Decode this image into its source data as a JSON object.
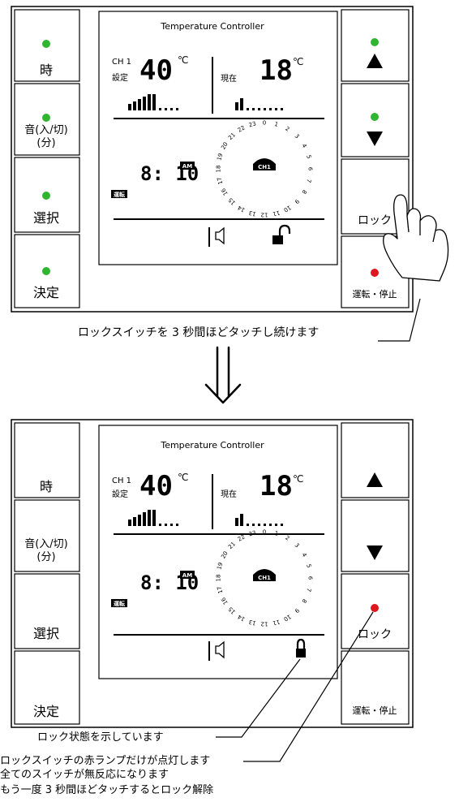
{
  "panel_top": {
    "title": "Temperature Controller",
    "left_buttons": [
      {
        "label": "時",
        "led": "green"
      },
      {
        "label": "音(入/切)",
        "sub": "(分)",
        "led": "green"
      },
      {
        "label": "選択",
        "led": "green"
      },
      {
        "label": "決定",
        "led": "green"
      }
    ],
    "right_buttons": [
      {
        "label": "▲",
        "led": "green"
      },
      {
        "label": "▼",
        "led": "green"
      },
      {
        "label": "ロック",
        "led": ""
      },
      {
        "label": "運転・停止",
        "led": "red"
      }
    ],
    "display": {
      "channel": "CH 1",
      "setting_label": "設定",
      "setting_value": "40",
      "unit": "℃",
      "current_label": "現在",
      "current_value": "18",
      "time": "8: 10",
      "ampm": "AM",
      "run_label": "運転",
      "dial_badge": "CH1",
      "dial_numbers": [
        "0",
        "1",
        "2",
        "3",
        "4",
        "5",
        "6",
        "7",
        "8",
        "9",
        "10",
        "11",
        "12",
        "13",
        "14",
        "15",
        "16",
        "17",
        "18",
        "19",
        "20",
        "21",
        "22",
        "23"
      ]
    }
  },
  "instruction_top": "ロックスイッチを 3 秒間ほどタッチし続けます",
  "arrow": "⇓",
  "panel_bottom": {
    "title": "Temperature Controller",
    "left_buttons": [
      {
        "label": "時"
      },
      {
        "label": "音(入/切)",
        "sub": "(分)"
      },
      {
        "label": "選択"
      },
      {
        "label": "決定"
      }
    ],
    "right_buttons": [
      {
        "label": "▲"
      },
      {
        "label": "▼"
      },
      {
        "label": "ロック",
        "led": "red"
      },
      {
        "label": "運転・停止"
      }
    ],
    "display": {
      "channel": "CH 1",
      "setting_label": "設定",
      "setting_value": "40",
      "unit": "℃",
      "current_label": "現在",
      "current_value": "18",
      "time": "8: 10",
      "ampm": "AM",
      "run_label": "運転",
      "dial_badge": "CH1"
    }
  },
  "annotation_lock_state": "ロック状態を示しています",
  "annotation_notes": [
    "ロックスイッチの赤ランプだけが点灯します",
    "全てのスイッチが無反応になります",
    "もう一度 3 秒間ほどタッチするとロック解除"
  ],
  "colors": {
    "led_green": "#2fb52f",
    "led_red": "#e0161e",
    "line": "#000000"
  }
}
